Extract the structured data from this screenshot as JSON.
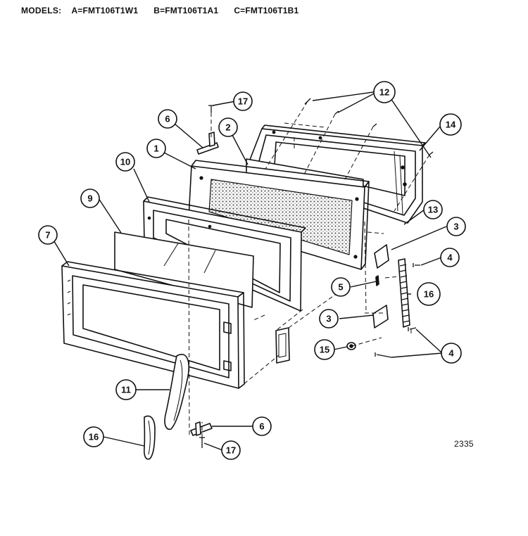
{
  "header": {
    "label": "MODELS:",
    "models": [
      "A=FMT106T1W1",
      "B=FMT106T1A1",
      "C=FMT106T1B1"
    ]
  },
  "figure_number": "2335",
  "callouts": {
    "c1": "1",
    "c2": "2",
    "c3a": "3",
    "c3b": "3",
    "c4a": "4",
    "c4b": "4",
    "c5": "5",
    "c6a": "6",
    "c6b": "6",
    "c7": "7",
    "c9": "9",
    "c10": "10",
    "c11": "11",
    "c12": "12",
    "c13": "13",
    "c14": "14",
    "c15": "15",
    "c16a": "16",
    "c16b": "16",
    "c17a": "17",
    "c17b": "17"
  },
  "colors": {
    "ink": "#111111",
    "paper": "#ffffff",
    "mesh": "#8a8a8a"
  }
}
